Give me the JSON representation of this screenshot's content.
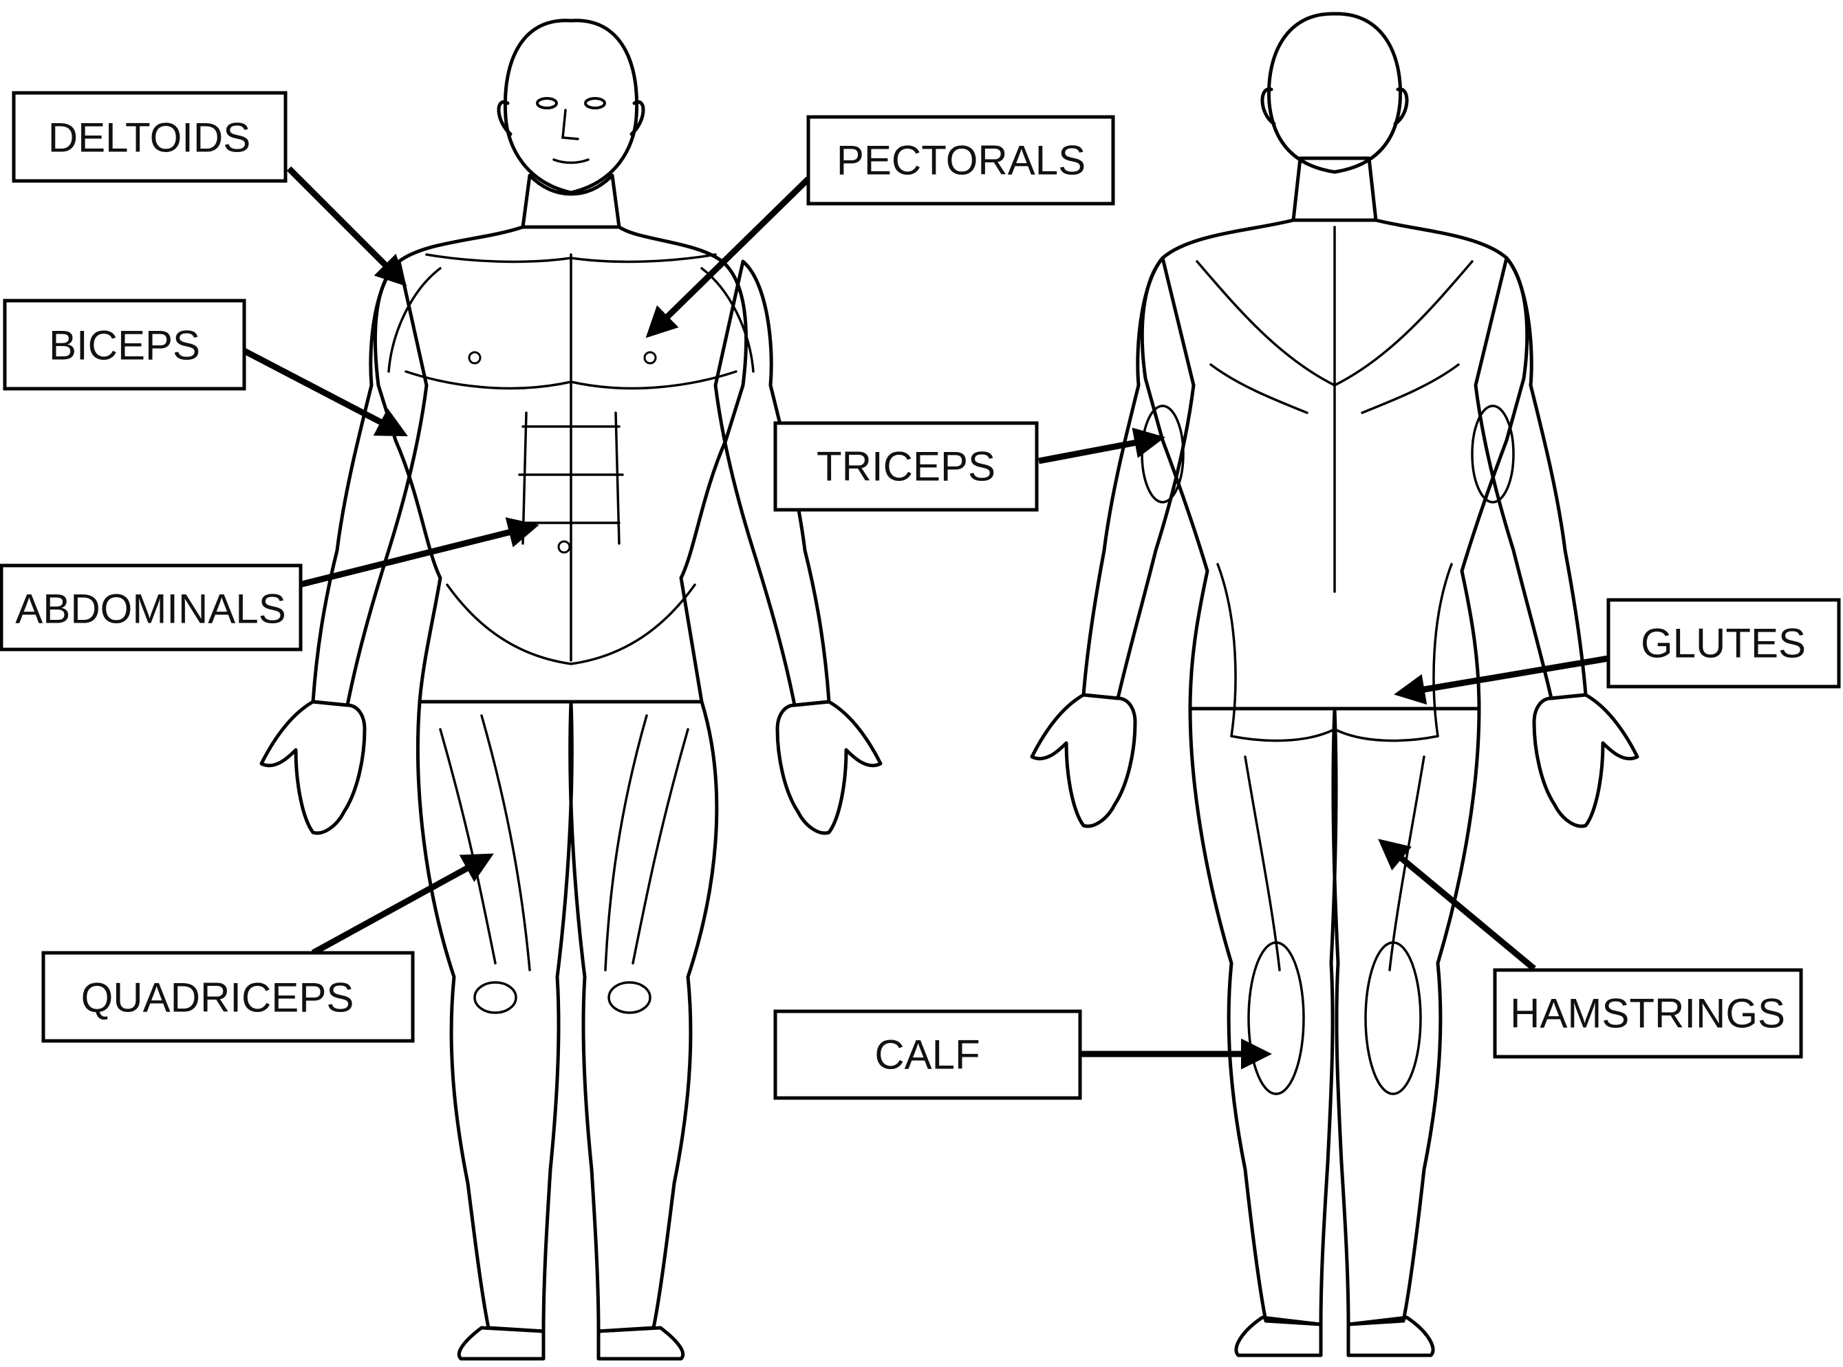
{
  "diagram": {
    "labels": {
      "deltoids": "DELTOIDS",
      "biceps": "BICEPS",
      "abdominals": "ABDOMINALS",
      "quadriceps": "QUADRICEPS",
      "pectorals": "PECTORALS",
      "triceps": "TRICEPS",
      "calf": "CALF",
      "glutes": "GLUTES",
      "hamstrings": "HAMSTRINGS"
    }
  }
}
